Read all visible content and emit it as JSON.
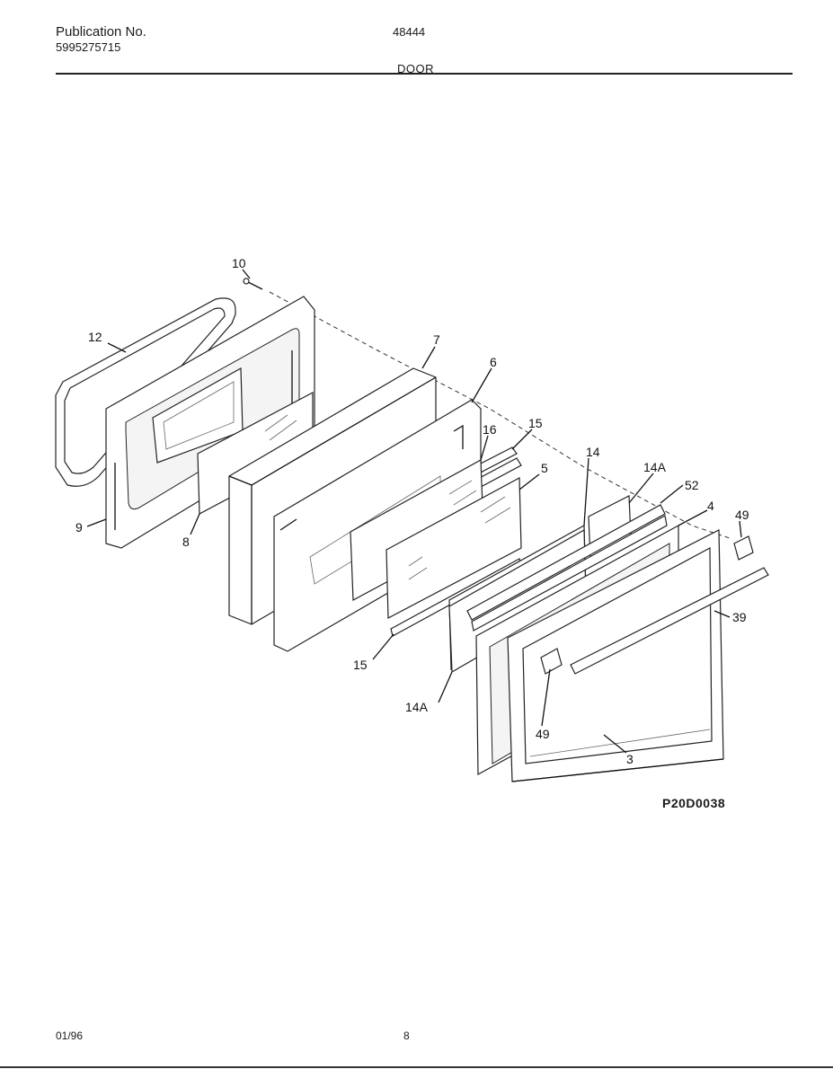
{
  "header": {
    "publication_label": "Publication No.",
    "publication_number": "5995275715",
    "model_number": "48444",
    "section_title": "DOOR"
  },
  "diagram": {
    "figure_code": "P20D0038",
    "callouts": [
      {
        "id": "c10",
        "label": "10"
      },
      {
        "id": "c12",
        "label": "12"
      },
      {
        "id": "c7",
        "label": "7"
      },
      {
        "id": "c6",
        "label": "6"
      },
      {
        "id": "c16",
        "label": "16"
      },
      {
        "id": "c15a",
        "label": "15"
      },
      {
        "id": "c5",
        "label": "5"
      },
      {
        "id": "c14",
        "label": "14"
      },
      {
        "id": "c14Aa",
        "label": "14A"
      },
      {
        "id": "c52",
        "label": "52"
      },
      {
        "id": "c4",
        "label": "4"
      },
      {
        "id": "c49a",
        "label": "49"
      },
      {
        "id": "c9",
        "label": "9"
      },
      {
        "id": "c8",
        "label": "8"
      },
      {
        "id": "c39",
        "label": "39"
      },
      {
        "id": "c15b",
        "label": "15"
      },
      {
        "id": "c14Ab",
        "label": "14A"
      },
      {
        "id": "c49b",
        "label": "49"
      },
      {
        "id": "c3",
        "label": "3"
      }
    ]
  },
  "footer": {
    "date": "01/96",
    "page": "8"
  }
}
